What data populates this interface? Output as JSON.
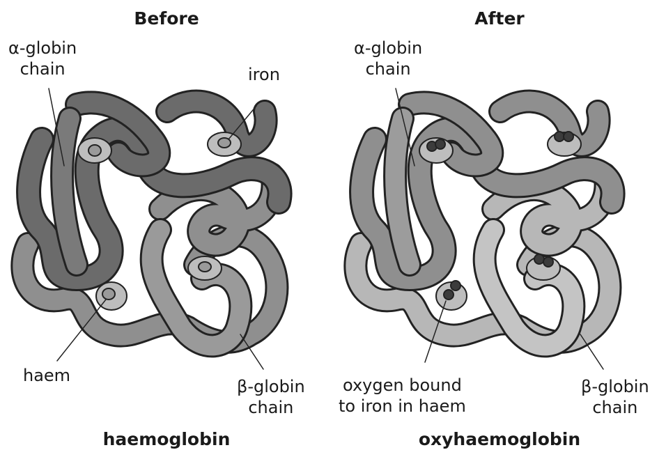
{
  "before": {
    "heading": "Before",
    "caption": "haemoglobin",
    "labels": {
      "alpha_line1": "α-globin",
      "alpha_line2": "chain",
      "iron": "iron",
      "haem": "haem",
      "beta_line1": "β-globin",
      "beta_line2": "chain"
    }
  },
  "after": {
    "heading": "After",
    "caption": "oxyhaemoglobin",
    "labels": {
      "alpha_line1": "α-globin",
      "alpha_line2": "chain",
      "oxygen_line1": "oxygen bound",
      "oxygen_line2": "to iron in haem",
      "beta_line1": "β-globin",
      "beta_line2": "chain"
    }
  },
  "colors": {
    "alpha_chain_before": "#6b6b6b",
    "beta_chain_before": "#8f8f8f",
    "alpha_chain_after": "#8f8f8f",
    "beta_chain_after": "#b7b7b7",
    "haem_disc": "#bdbdbd",
    "oxygen": "#3c3c3c"
  }
}
